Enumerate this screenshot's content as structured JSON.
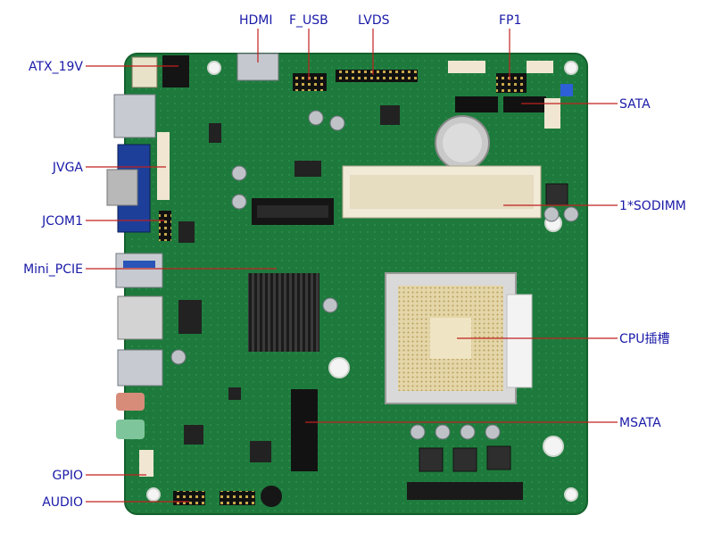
{
  "colors": {
    "label_text": "#1a1aa8",
    "leader_line": "#c0201f",
    "pcb": "#1e7a3c",
    "background": "#ffffff"
  },
  "labels": {
    "top": {
      "hdmi": "HDMI",
      "f_usb": "F_USB",
      "lvds": "LVDS",
      "fp1": "FP1"
    },
    "left": {
      "atx": "ATX_19V",
      "jvga": "JVGA",
      "jcom1": "JCOM1",
      "mini_pcie": "Mini_PCIE",
      "gpio": "GPIO",
      "audio": "AUDIO"
    },
    "right": {
      "sata": "SATA",
      "sodimm": "1*SODIMM",
      "cpu": "CPU插槽",
      "msata": "MSATA"
    }
  }
}
